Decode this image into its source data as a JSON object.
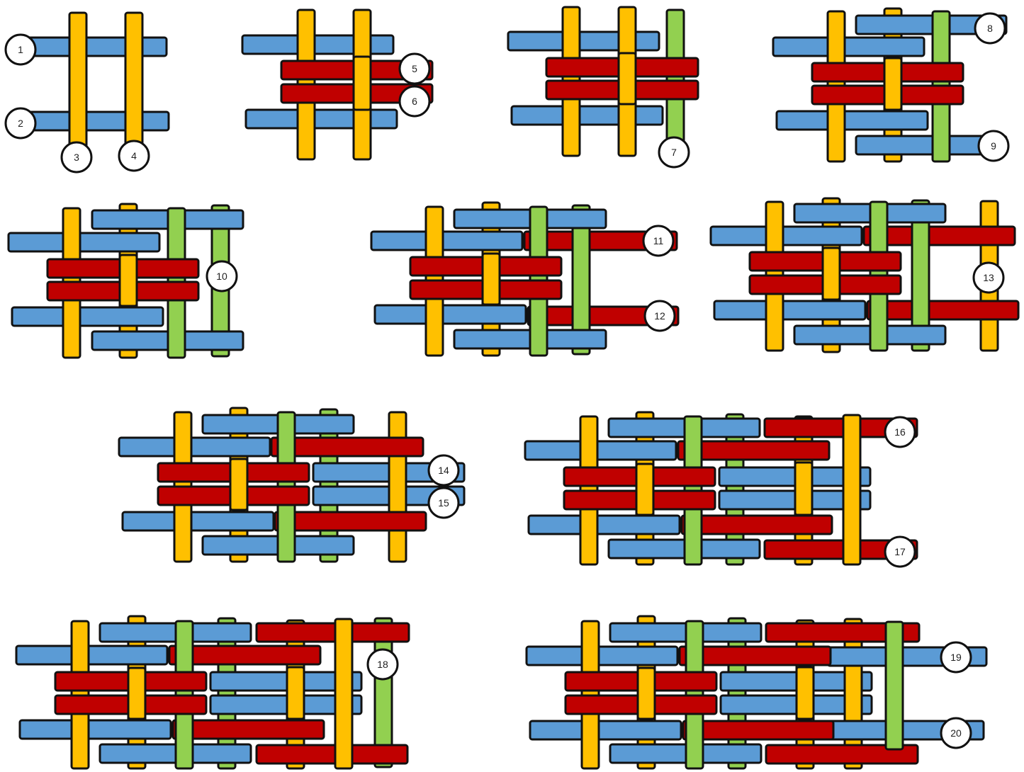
{
  "colors": {
    "blue": "#5b9bd5",
    "red": "#c00000",
    "yellow": "#ffc000",
    "green": "#92d050",
    "outline": "#111111",
    "label_fill": "#ffffff"
  },
  "steps": [
    {
      "id": "panel-1",
      "labels": [
        "1",
        "2",
        "3",
        "4"
      ]
    },
    {
      "id": "panel-2",
      "labels": [
        "5",
        "6"
      ]
    },
    {
      "id": "panel-3",
      "labels": [
        "7"
      ]
    },
    {
      "id": "panel-4",
      "labels": [
        "8",
        "9"
      ]
    },
    {
      "id": "panel-5",
      "labels": [
        "10"
      ]
    },
    {
      "id": "panel-6",
      "labels": [
        "11",
        "12"
      ]
    },
    {
      "id": "panel-7",
      "labels": [
        "13"
      ]
    },
    {
      "id": "panel-8",
      "labels": [
        "14",
        "15"
      ]
    },
    {
      "id": "panel-9",
      "labels": [
        "16",
        "17"
      ]
    },
    {
      "id": "panel-10",
      "labels": [
        "18"
      ]
    },
    {
      "id": "panel-11",
      "labels": [
        "19",
        "20"
      ]
    }
  ]
}
